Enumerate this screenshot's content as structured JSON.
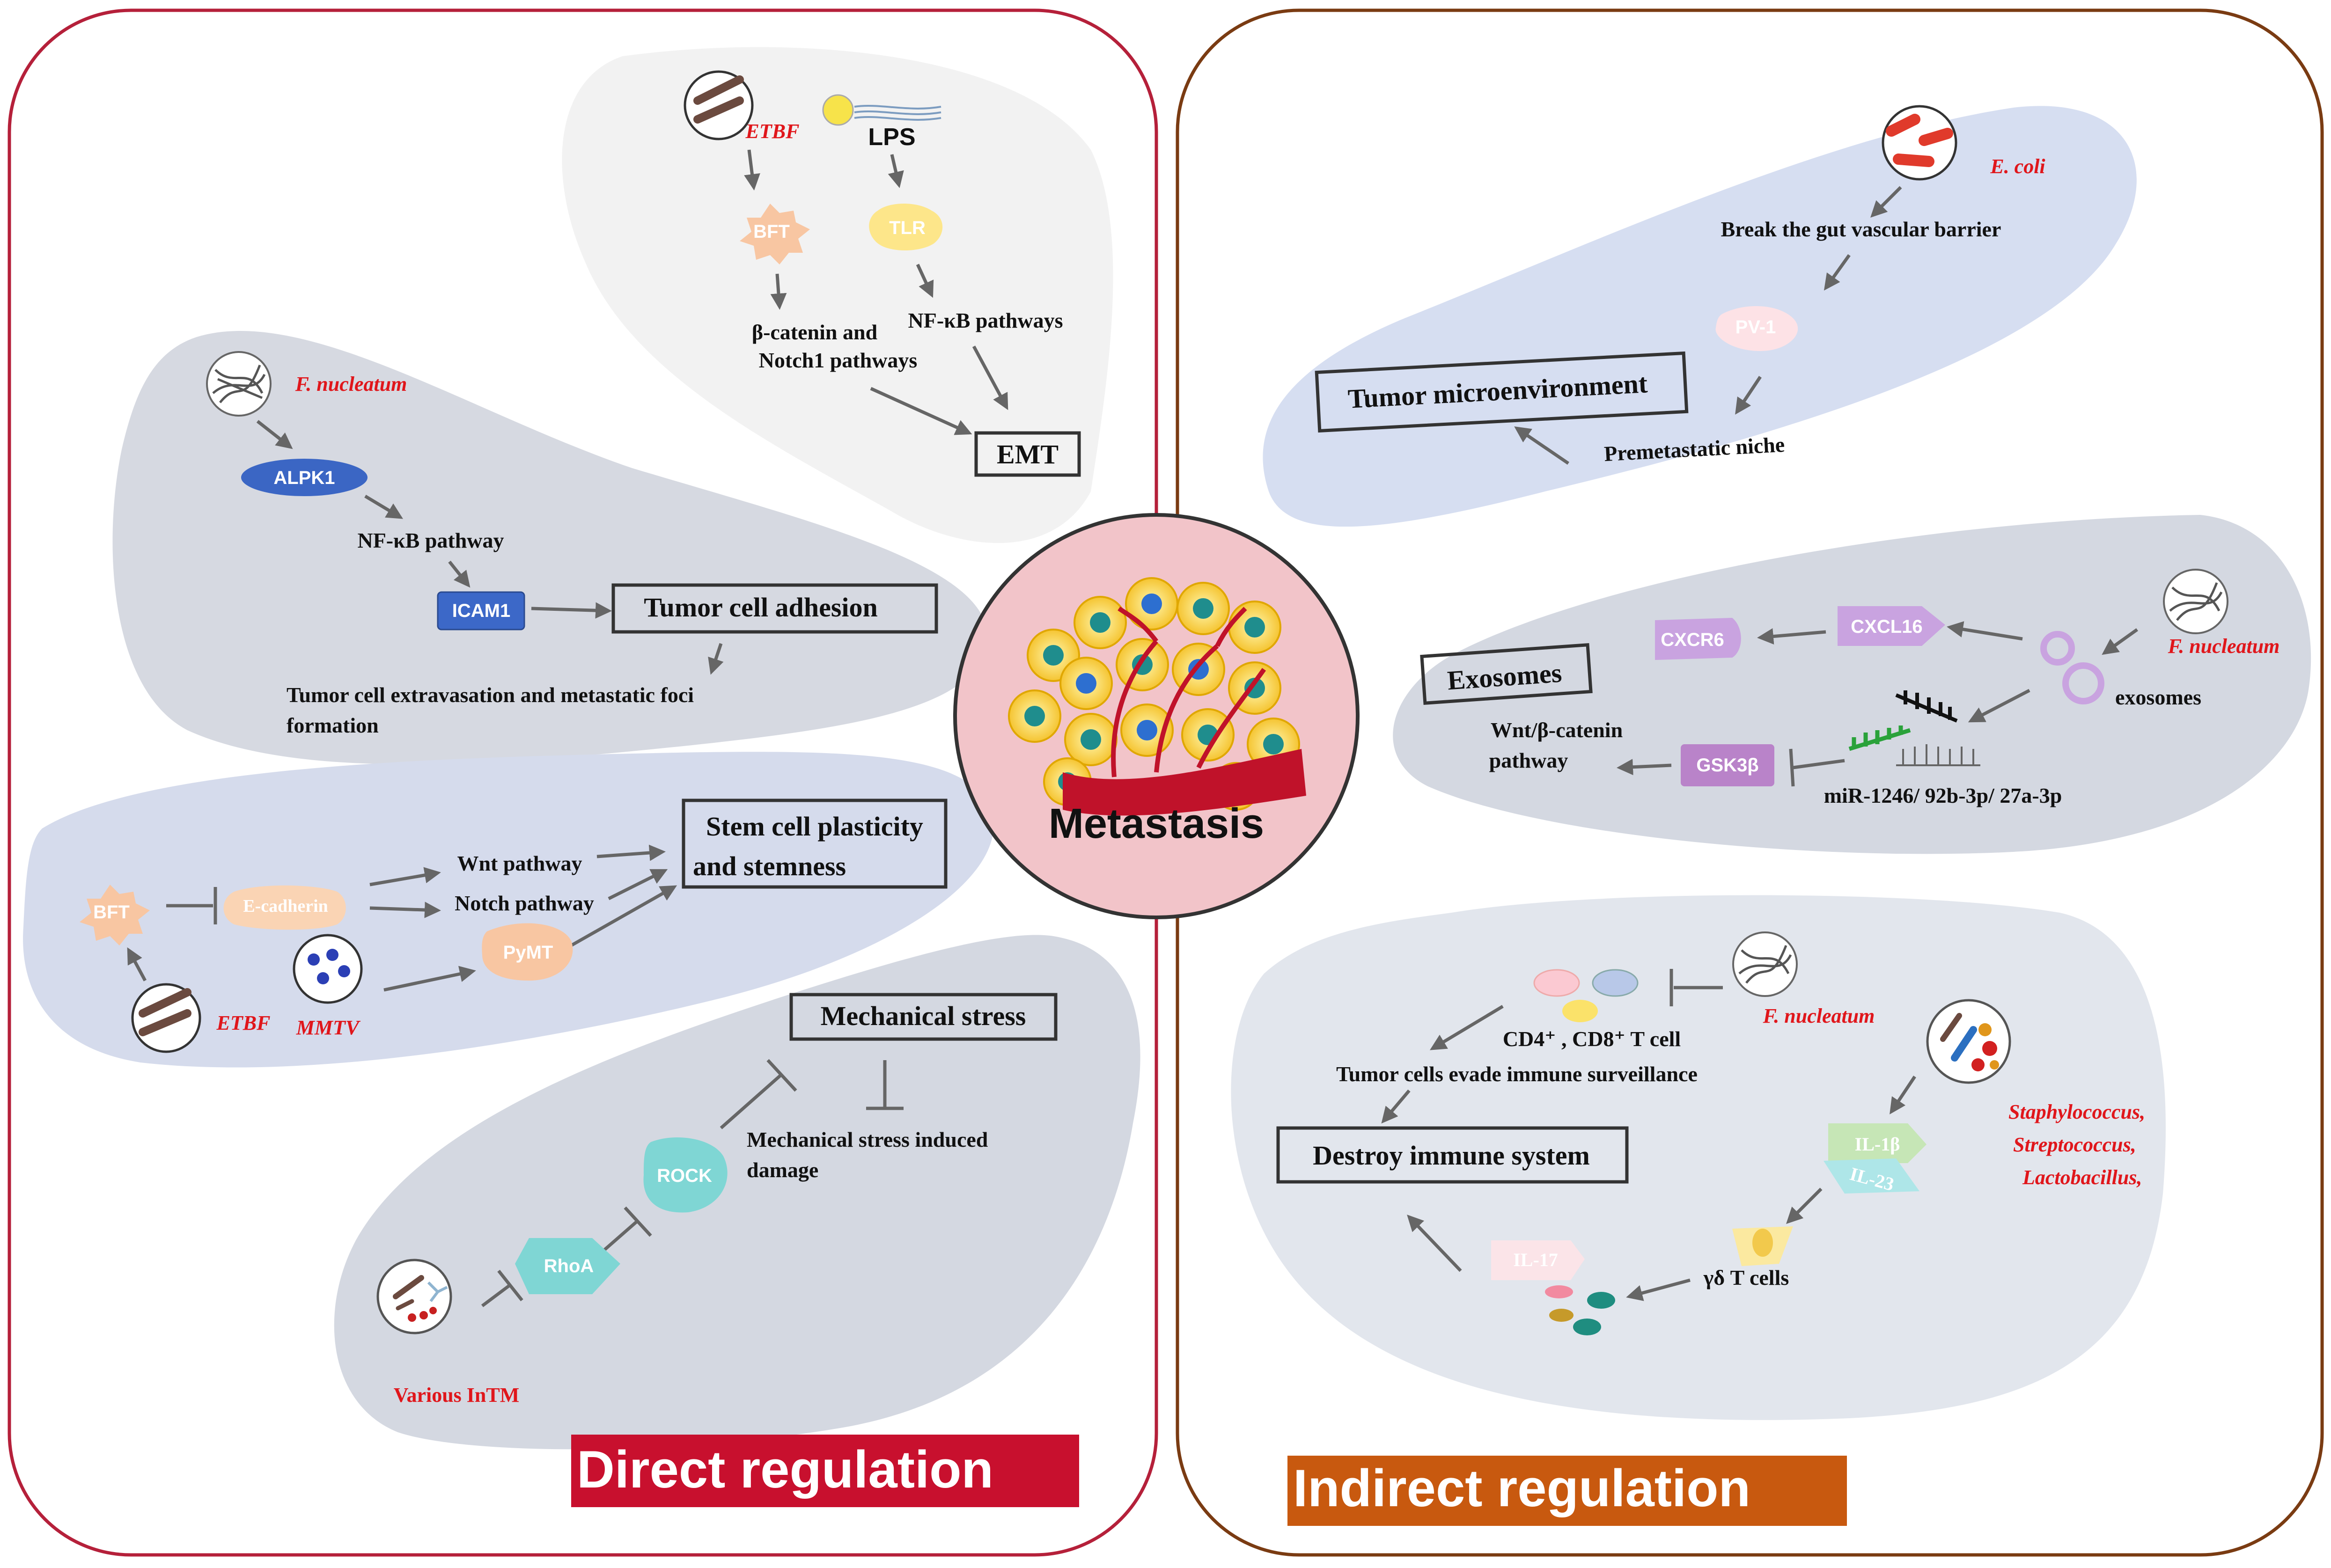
{
  "center": {
    "label": "Metastasis"
  },
  "direct": {
    "banner": "Direct regulation",
    "banner_color": "#c8102e",
    "emt": {
      "etbf": "ETBF",
      "lps": "LPS",
      "bft": "BFT",
      "tlr": "TLR",
      "beta_catenin_line1": "β-catenin and",
      "beta_catenin_line2": "Notch1 pathways",
      "nfkb": "NF-κB pathways",
      "box": "EMT"
    },
    "adhesion": {
      "bacterium": "F. nucleatum",
      "alpk1": "ALPK1",
      "nfkb": "NF-κB pathway",
      "icam1": "ICAM1",
      "box": "Tumor cell adhesion",
      "result_line1": "Tumor cell extravasation and metastatic foci",
      "result_line2": "formation"
    },
    "stem": {
      "bft": "BFT",
      "ecadherin": "E-cadherin",
      "wnt": "Wnt  pathway",
      "notch": "Notch pathway",
      "pymt": "PyMT",
      "etbf": "ETBF",
      "mmtv": "MMTV",
      "box_line1": "Stem cell plasticity",
      "box_line2": "and stemness"
    },
    "mechanical": {
      "box": "Mechanical stress",
      "rock": "ROCK",
      "rhoa": "RhoA",
      "damage_line1": "Mechanical stress induced",
      "damage_line2": "damage",
      "bacteria": "Various InTM"
    }
  },
  "indirect": {
    "banner": "Indirect regulation",
    "banner_color": "#c8590f",
    "tme": {
      "bacterium": "E. coli",
      "barrier": "Break the gut vascular barrier",
      "pv1": "PV-1",
      "box": "Tumor microenvironment",
      "niche": "Premetastatic niche"
    },
    "exosomes": {
      "box": "Exosomes",
      "cxcr6": "CXCR6",
      "cxcl16": "CXCL16",
      "bacterium": "F. nucleatum",
      "exosomes": "exosomes",
      "wnt_line1": "Wnt/β-catenin",
      "wnt_line2": "pathway",
      "gsk": "GSK3β",
      "mirna": "miR-1246/ 92b-3p/ 27a-3p"
    },
    "immune": {
      "cd_cells": "CD4⁺ , CD8⁺ T cell",
      "bacterium": "F. nucleatum",
      "evade": "Tumor cells evade immune surveillance",
      "box": "Destroy  immune system",
      "staph": "Staphylococcus,",
      "strep": "Streptococcus,",
      "lacto": "Lactobacillus,",
      "il1b": "IL-1β",
      "il23": "IL-23",
      "il17": "IL-17",
      "gd": "γδ T cells"
    }
  }
}
